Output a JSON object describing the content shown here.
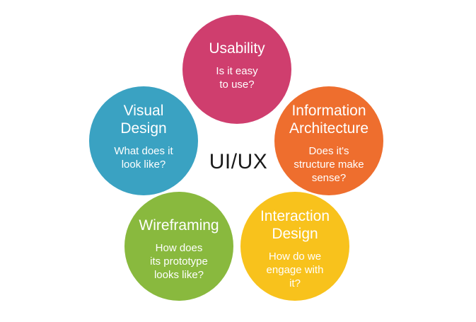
{
  "center": {
    "label": "UI/UX"
  },
  "colors": {
    "usability": "#cf3e6e",
    "visual_design": "#3aa2c2",
    "information_architecture": "#ee6e2e",
    "wireframing": "#89b93e",
    "interaction_design": "#f8c21c",
    "text_light": "#ffffff",
    "text_dark": "#1a1a1a"
  },
  "nodes": {
    "usability": {
      "title": "Usability",
      "question_line1": "Is it easy",
      "question_line2": "to use?"
    },
    "visual_design": {
      "title_line1": "Visual",
      "title_line2": "Design",
      "question_line1": "What does it",
      "question_line2": "look like?"
    },
    "information_architecture": {
      "title_line1": "Information",
      "title_line2": "Architecture",
      "question_line1": "Does it's",
      "question_line2": "structure make",
      "question_line3": "sense?"
    },
    "wireframing": {
      "title": "Wireframing",
      "question_line1": "How does",
      "question_line2": "its prototype",
      "question_line3": "looks like?"
    },
    "interaction_design": {
      "title_line1": "Interaction",
      "title_line2": "Design",
      "question_line1": "How do we",
      "question_line2": "engage with",
      "question_line3": "it?"
    }
  }
}
